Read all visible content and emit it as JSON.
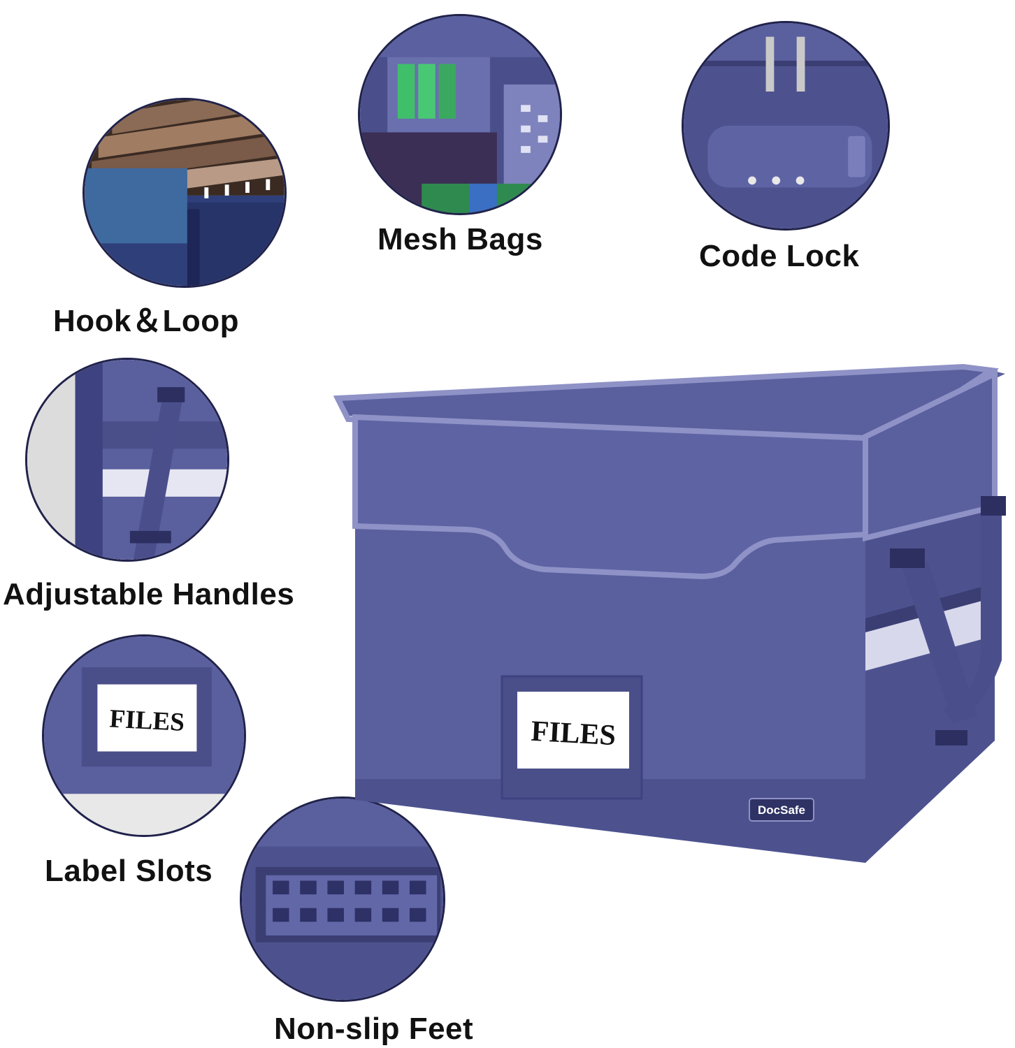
{
  "features": [
    {
      "id": "hook-loop",
      "label": "Hook＆Loop",
      "icon": "hook-loop-closeup"
    },
    {
      "id": "mesh-bags",
      "label": "Mesh Bags",
      "icon": "mesh-pocket-closeup"
    },
    {
      "id": "code-lock",
      "label": "Code Lock",
      "icon": "combination-lock-closeup"
    },
    {
      "id": "adjustable-handles",
      "label": "Adjustable Handles",
      "icon": "strap-closeup"
    },
    {
      "id": "label-slots",
      "label": "Label Slots",
      "icon": "label-slot-closeup"
    },
    {
      "id": "non-slip-feet",
      "label": "Non-slip Feet",
      "icon": "rubber-foot-closeup"
    }
  ],
  "product": {
    "front_label": "FILES",
    "brand_tag": "DocSafe"
  },
  "colors": {
    "fabric": "#5a5f9e",
    "fabric_dark": "#3e4280",
    "trim": "#8e92c6",
    "reflective": "#d8d8ec",
    "text": "#111111"
  }
}
